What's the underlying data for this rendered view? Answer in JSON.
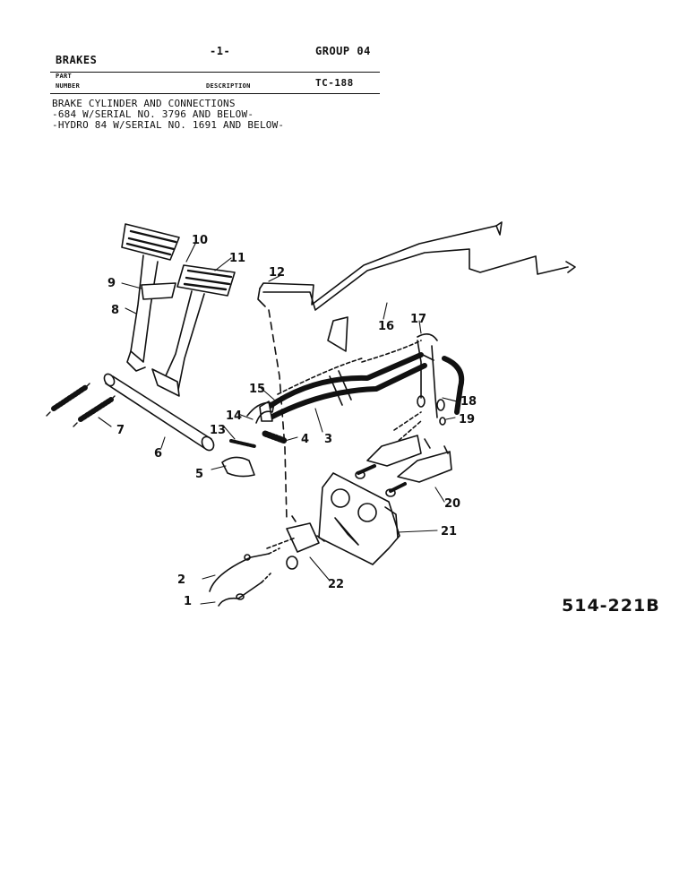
{
  "header": {
    "section": "BRAKES",
    "page": "-1-",
    "group": "GROUP 04",
    "col_part": "PART",
    "col_number": "NUMBER",
    "col_description": "DESCRIPTION",
    "doc_code": "TC-188"
  },
  "description_lines": [
    "BRAKE CYLINDER AND CONNECTIONS",
    "-684 W/SERIAL NO. 3796 AND BELOW-",
    "-HYDRO 84 W/SERIAL NO. 1691 AND BELOW-"
  ],
  "figure_number": "514-221B",
  "callouts": [
    "1",
    "2",
    "3",
    "4",
    "5",
    "6",
    "7",
    "8",
    "9",
    "10",
    "11",
    "12",
    "13",
    "14",
    "15",
    "16",
    "17",
    "18",
    "19",
    "20",
    "21",
    "22"
  ]
}
